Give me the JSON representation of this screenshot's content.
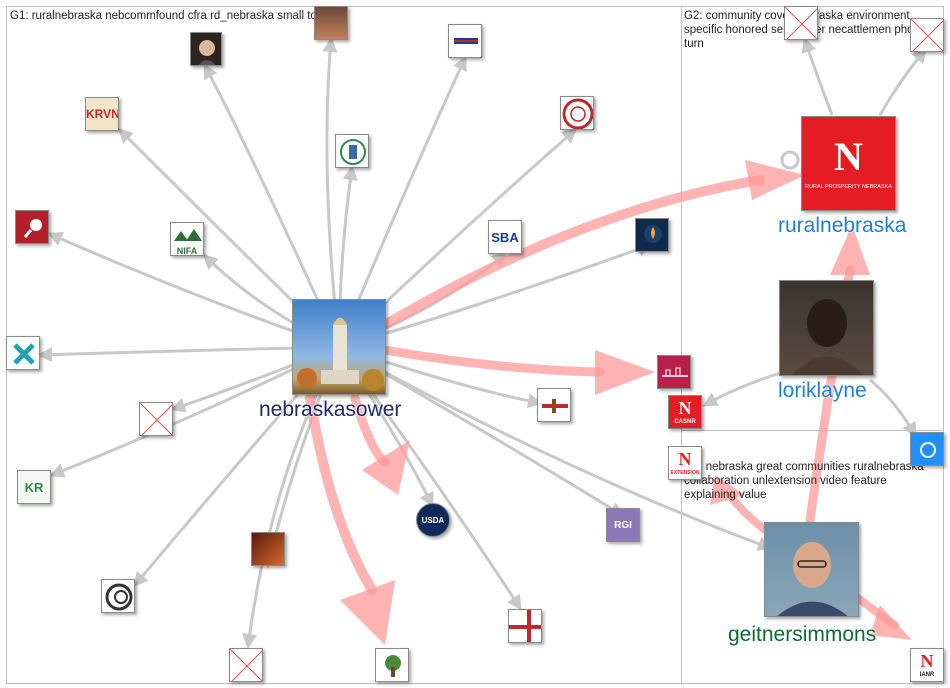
{
  "groups": [
    {
      "id": "g1",
      "label": "G1: ruralnebraska nebcommfound cfra rd_nebraska small town"
    },
    {
      "id": "g2",
      "label": "G2: community cover nebraska environment specific honored september necattlemen photo turn"
    },
    {
      "id": "g3",
      "label": "G3: nebraska great communities ruralnebraska collaboration unlextension video feature explaining value"
    }
  ],
  "nodes": {
    "nebraskasower": {
      "label": "nebraskasower"
    },
    "ruralnebraska": {
      "label": "ruralnebraska",
      "logo_text": "N",
      "logo_sub": "RURAL PROSPERITY NEBRASKA"
    },
    "loriklayne": {
      "label": "loriklayne"
    },
    "geitnersimmons": {
      "label": "geitnersimmons"
    },
    "krvn": {
      "logo_text": "KRVN"
    },
    "nifa": {
      "logo_text": "NIFA"
    },
    "sba": {
      "logo_text": "SBA"
    },
    "kr": {
      "logo_text": "KR"
    },
    "usda": {
      "logo_text": "USDA"
    },
    "rgi": {
      "logo_text": "RGI"
    },
    "casnr": {
      "logo_text": "N",
      "logo_sub": "CASNR"
    },
    "extension": {
      "logo_text": "N",
      "logo_sub": "EXTENSION"
    },
    "ianr": {
      "logo_text": "N",
      "logo_sub": "IANR"
    }
  },
  "colors": {
    "gray_edge": "#c8c8c8",
    "pink_edge": "#ff9a9a",
    "nebraska_red": "#e41c24",
    "label_blue": "#1f7fd6",
    "label_navy": "#1a2a6c",
    "label_green": "#0e6b2e"
  }
}
